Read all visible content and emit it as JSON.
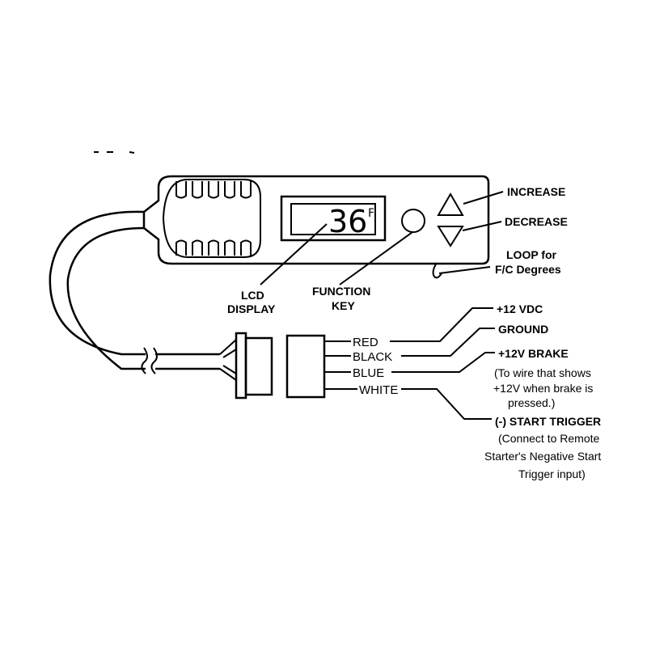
{
  "display": {
    "value": "36",
    "unit": "F"
  },
  "labels": {
    "increase": "INCREASE",
    "decrease": "DECREASE",
    "loop": [
      "LOOP for",
      "F/C Degrees"
    ],
    "lcd": [
      "LCD",
      "DISPLAY"
    ],
    "function_key": [
      "FUNCTION",
      "KEY"
    ]
  },
  "wires": [
    {
      "color_name": "RED",
      "label": "+12 VDC",
      "notes": []
    },
    {
      "color_name": "BLACK",
      "label": "GROUND",
      "notes": []
    },
    {
      "color_name": "BLUE",
      "label": "+12V BRAKE",
      "notes": [
        "(To wire that shows",
        "+12V when brake is",
        "pressed.)"
      ]
    },
    {
      "color_name": "WHITE",
      "label": "(-) START TRIGGER",
      "notes": [
        "(Connect to Remote",
        "Starter's Negative Start",
        "Trigger input)"
      ]
    }
  ]
}
